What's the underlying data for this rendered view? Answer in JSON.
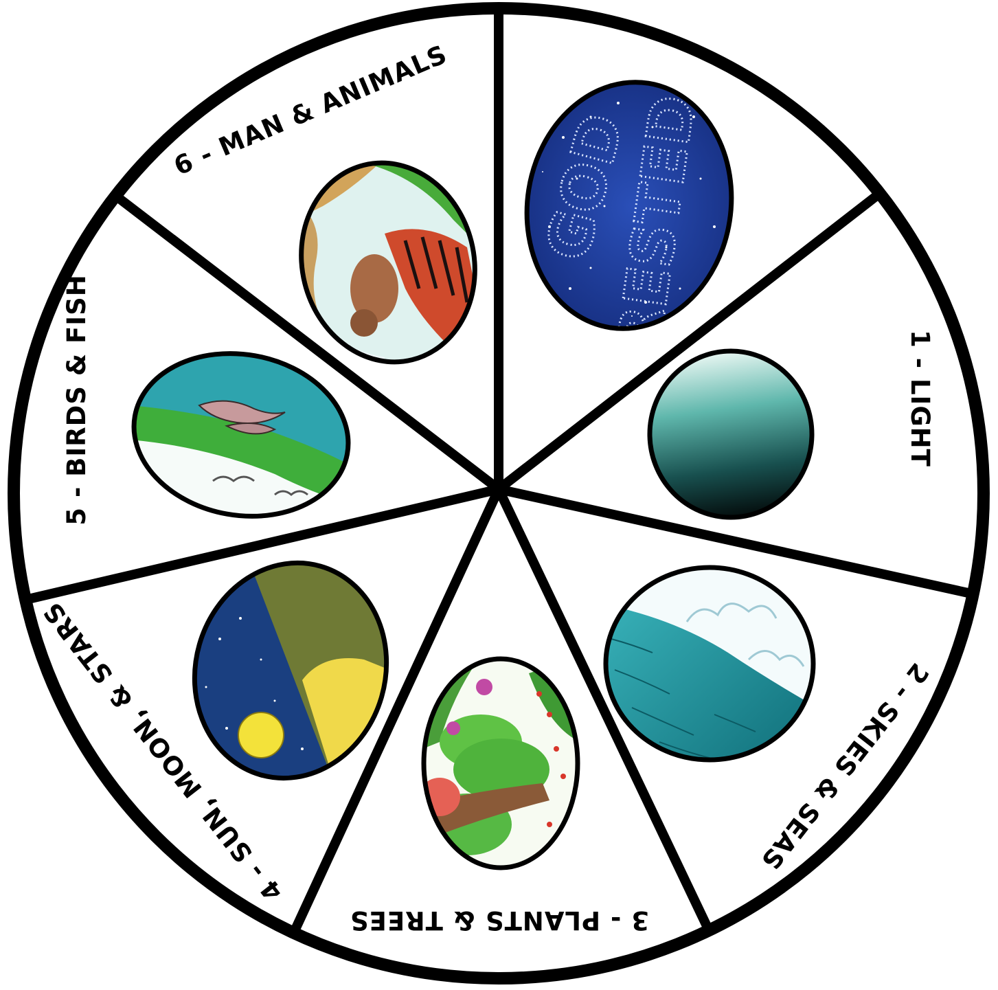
{
  "wheel": {
    "segments": [
      {
        "id": "rest",
        "label": "",
        "picture": "starry-night-clouds-icon",
        "caption": [
          "GOD",
          "RESTED"
        ]
      },
      {
        "id": "day1",
        "label": "1 - LIGHT",
        "picture": "light-over-dark-icon"
      },
      {
        "id": "day2",
        "label": "2 - SKIES & SEAS",
        "picture": "sky-and-sea-icon"
      },
      {
        "id": "day3",
        "label": "3 - PLANTS & TREES",
        "picture": "plants-and-trees-icon"
      },
      {
        "id": "day4",
        "label": "4 - SUN, MOON, & STARS",
        "picture": "sun-moon-stars-icon"
      },
      {
        "id": "day5",
        "label": "5 - BIRDS & FISH",
        "picture": "birds-and-fish-icon"
      },
      {
        "id": "day6",
        "label": "6 - MAN & ANIMALS",
        "picture": "man-and-animals-icon"
      }
    ],
    "colors": {
      "outline": "#000000",
      "background": "#ffffff",
      "night_blue": "#1c3a9a",
      "sea_teal": "#2aa7b0",
      "grass_green": "#3fae3b",
      "moon_yellow": "#f3e23a",
      "tiger_orange": "#d4472a"
    }
  }
}
